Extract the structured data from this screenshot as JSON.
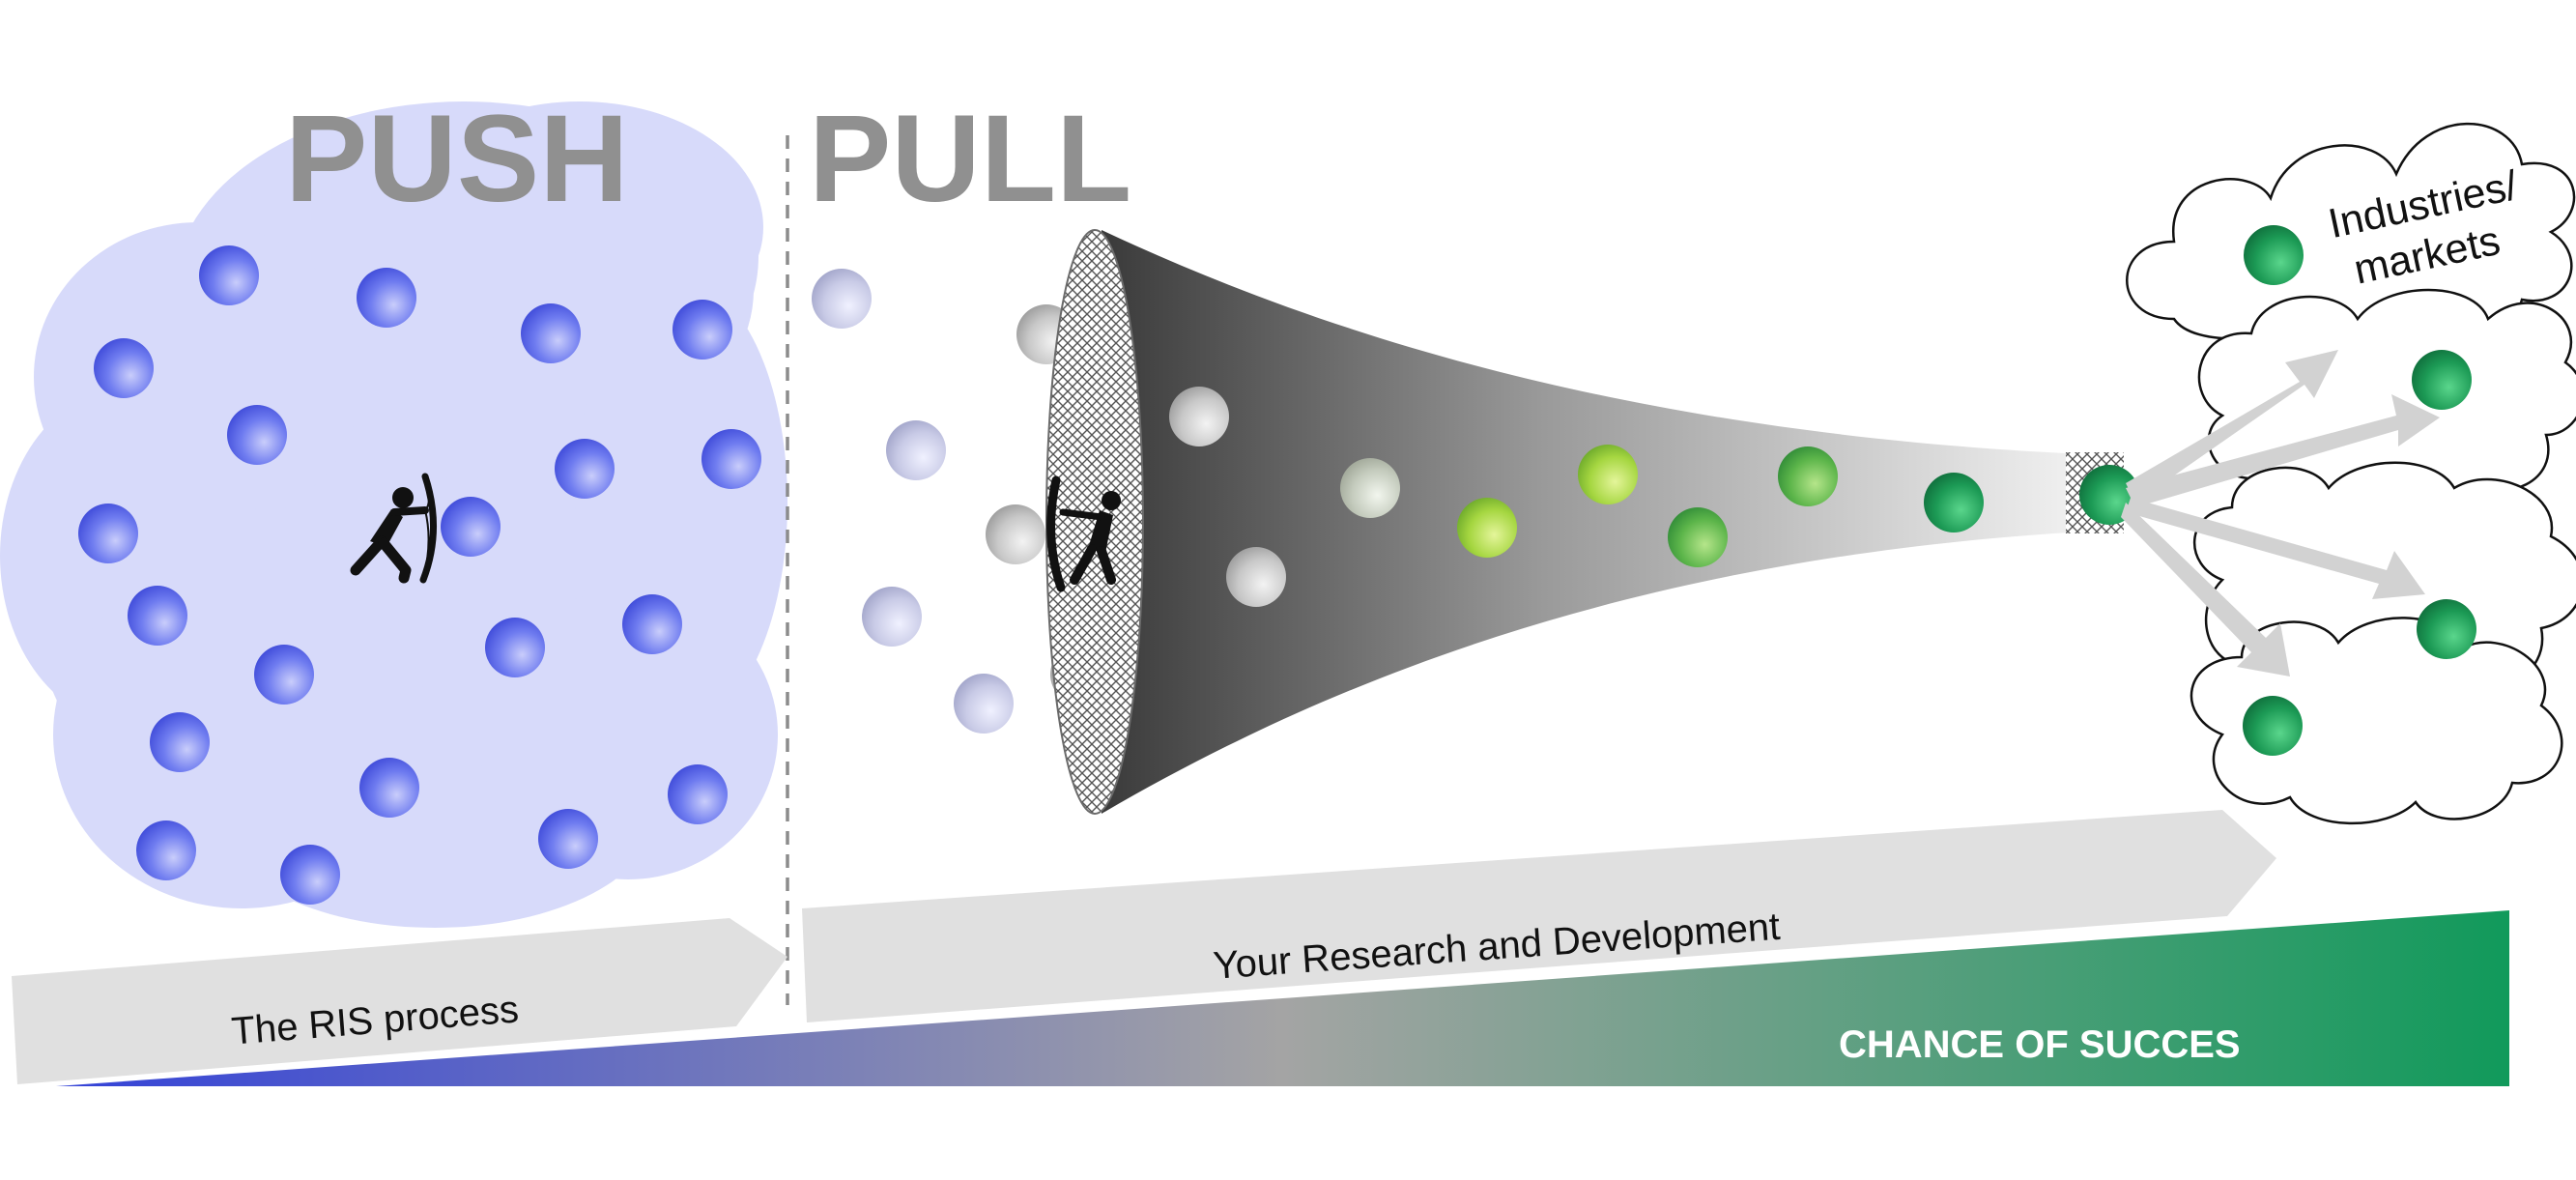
{
  "push": {
    "title": "PUSH"
  },
  "pull": {
    "title": "PULL"
  },
  "markets": {
    "label_line1": "Industries/",
    "label_line2": "markets"
  },
  "arrows": {
    "ris": "The RIS process",
    "rd": "Your Research and Development"
  },
  "success": {
    "label": "CHANCE OF SUCCES"
  },
  "colors": {
    "cloud_fill": "#d7dafa",
    "blue_dot": "#4f5ee6",
    "grey_dot": "#bdbdbd",
    "green_dot": "#1f9a57",
    "title_grey": "#909090",
    "arrow_grey": "#e0e0e0",
    "gradient_start": "#3a4bd8",
    "gradient_mid": "#a7a7a7",
    "gradient_end": "#12995a"
  },
  "icons": {
    "push_figure": "archer-icon",
    "pull_figure": "person-pulling-icon"
  }
}
